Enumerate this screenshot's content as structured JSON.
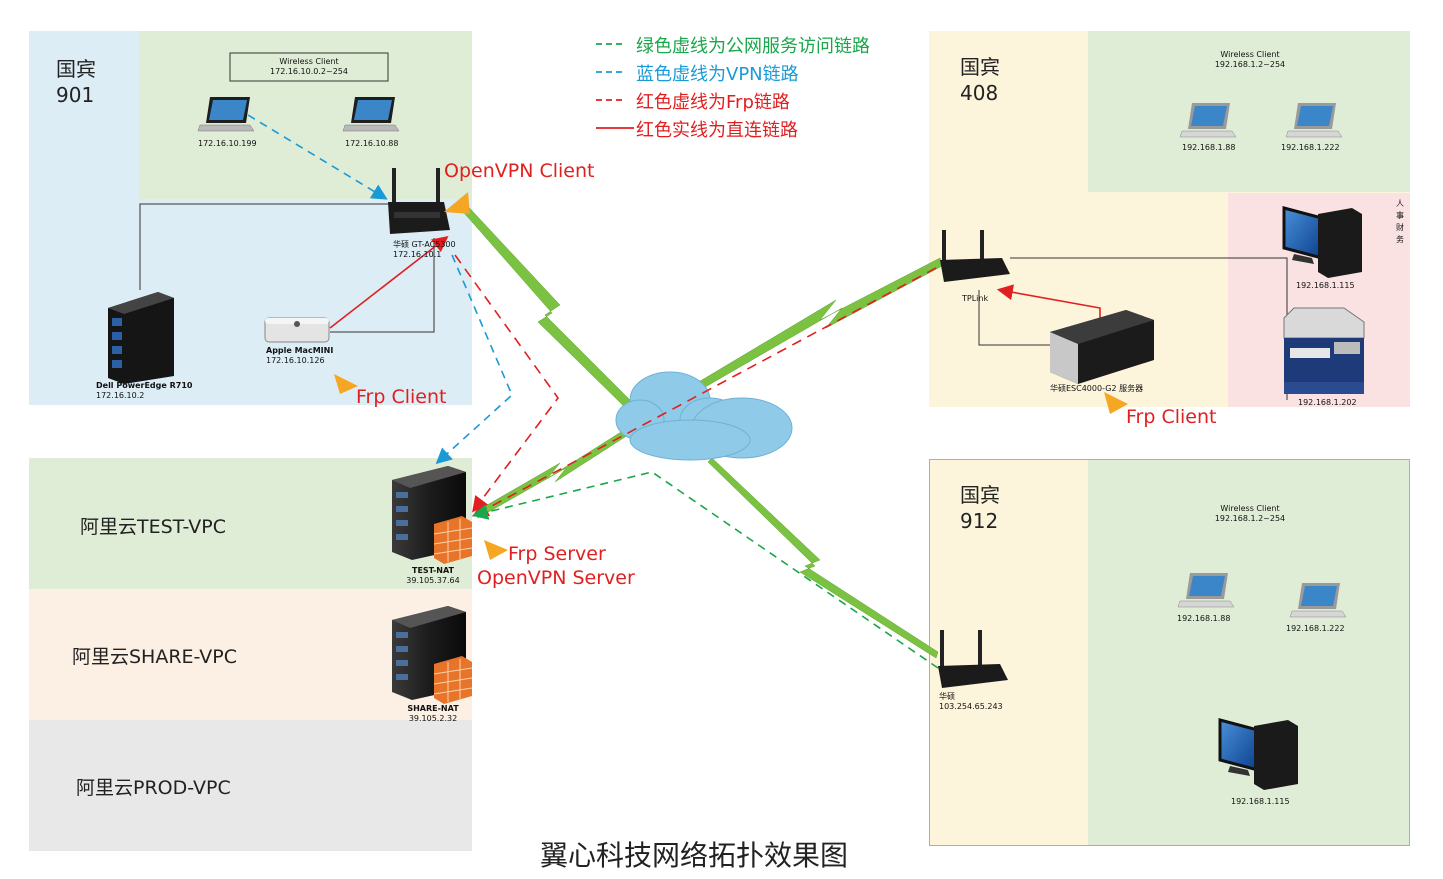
{
  "title": "翼心科技网络拓扑效果图",
  "legend": [
    {
      "marker": "---",
      "text": "绿色虚线为公网服务访问链路",
      "color": "#1aa64a"
    },
    {
      "marker": "---",
      "text": "蓝色虚线为VPN链路",
      "color": "#1a9ad6"
    },
    {
      "marker": "---",
      "text": "红色虚线为Frp链路",
      "color": "#e02020"
    },
    {
      "marker": "——",
      "text": "红色实线为直连链路",
      "color": "#e02020"
    }
  ],
  "rooms": {
    "r901": {
      "line1": "国宾",
      "line2": "901"
    },
    "r408": {
      "line1": "国宾",
      "line2": "408"
    },
    "r912": {
      "line1": "国宾",
      "line2": "912"
    }
  },
  "room901": {
    "wireless_title": "Wireless Client",
    "wireless_range": "172.16.10.0.2~254",
    "laptop1_ip": "172.16.10.199",
    "laptop2_ip": "172.16.10.88",
    "router_name": "华硕 GT-AC5300",
    "router_ip": "172.16.10.1",
    "server_name": "Dell PowerEdge R710",
    "server_ip": "172.16.10.2",
    "mac_name": "Apple MacMINI",
    "mac_ip": "172.16.10.126",
    "openvpn_label": "OpenVPN Client",
    "frp_label": "Frp Client"
  },
  "room408": {
    "wireless_title": "Wireless Client",
    "wireless_range": "192.168.1.2~254",
    "laptop1_ip": "192.168.1.88",
    "laptop2_ip": "192.168.1.222",
    "router_name": "TPLink",
    "server_name": "华硕ESC4000-G2 服务器",
    "pc_ip": "192.168.1.115",
    "printer_ip": "192.168.1.202",
    "dept": [
      "人",
      "事",
      "财",
      "务"
    ],
    "frp_label": "Frp Client"
  },
  "room912": {
    "wireless_title": "Wireless Client",
    "wireless_range": "192.168.1.2~254",
    "laptop1_ip": "192.168.1.88",
    "laptop2_ip": "192.168.1.222",
    "router_name": "华硕",
    "router_ip": "103.254.65.243",
    "pc_ip": "192.168.1.115"
  },
  "aliyun": {
    "test_vpc": "阿里云TEST-VPC",
    "share_vpc": "阿里云SHARE-VPC",
    "prod_vpc": "阿里云PROD-VPC",
    "test_nat_name": "TEST-NAT",
    "test_nat_ip": "39.105.37.64",
    "share_nat_name": "SHARE-NAT",
    "share_nat_ip": "39.105.2.32",
    "frp_server": "Frp Server",
    "openvpn_server": "OpenVPN Server"
  },
  "colors": {
    "green_link": "#1aa64a",
    "blue_link": "#1a9ad6",
    "red_link": "#e02020",
    "zone_blue": "#dcedf5",
    "zone_green": "#e0edd6",
    "zone_yellow": "#fdf4dc",
    "zone_pink": "#fbe2e2",
    "zone_peach": "#fcefe3",
    "zone_gray": "#e8e8e8",
    "cloud": "#8fcae8",
    "bolt": "#7cc242"
  }
}
